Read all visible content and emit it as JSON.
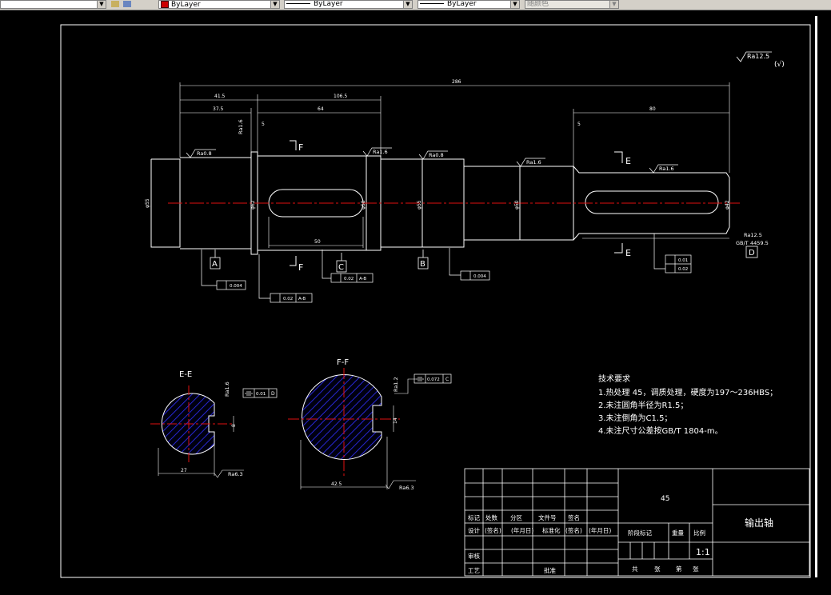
{
  "toolbar": {
    "color_value": "ByLayer",
    "color_swatch": "#cc0000",
    "linetype_value": "ByLayer",
    "lineweight_value": "ByLayer",
    "plotstyle_value": "随颜色"
  },
  "drawing": {
    "roughness_global": "Ra12.5",
    "roughness_global_note": "(√)",
    "dimensions": {
      "total_length": "286",
      "d_41_5": "41.5",
      "d_37_5": "37.5",
      "d_106_5": "106.5",
      "d_64": "64",
      "d_80": "80",
      "d_50": "50",
      "d_5a": "5",
      "d_5b": "5",
      "dia_55": "φ55",
      "dia_62": "φ62",
      "dia_58": "φ58",
      "dia_55b": "φ55",
      "dia_50": "φ50",
      "dia_42": "φ42",
      "dia_35": "φ35"
    },
    "roughness": {
      "r1": "Ra0.8",
      "r2": "Ra1.6",
      "r3": "Ra1.6",
      "r4": "Ra0.8",
      "r5": "Ra1.6",
      "r6": "Ra1.6",
      "r7": "Ra12.5"
    },
    "datums": {
      "a": "A",
      "b": "B",
      "c": "C",
      "d": "D"
    },
    "section_marks": {
      "f_top": "F",
      "f_bottom": "F",
      "e_top": "E",
      "e_bottom": "E"
    },
    "tolerances": {
      "t_a": "0.004",
      "t_c_val": "0.02",
      "t_c_ref": "A-B",
      "t_b": "0.004",
      "t_left_val": "0.02",
      "t_left_ref": "A-B",
      "t_d1": "0.01",
      "t_d2": "0.02"
    },
    "gbt_note_1": "GB/T",
    "gbt_note_2": "4459.5",
    "section_ee": {
      "title": "E-E",
      "dim_width": "27",
      "dim_key": "8",
      "tol_val": "0.01",
      "tol_ref": "D",
      "ra_top": "Ra1.6",
      "ra_bottom": "Ra6.3"
    },
    "section_ff": {
      "title": "F-F",
      "dim_width": "42.5",
      "dim_key": "14",
      "tol_val": "0.072",
      "tol_ref": "C",
      "ra_top": "Ra1.2",
      "ra_bottom": "Ra6.3"
    },
    "tech_requirements": {
      "title": "技术要求",
      "items": [
        "1.热处理 45，调质处理，硬度为197～236HBS；",
        "2.未注圆角半径为R1.5；",
        "3.未注倒角为C1.5；",
        "4.未注尺寸公差按GB/T 1804-m。"
      ]
    },
    "title_block": {
      "material": "45",
      "part_name": "输出轴",
      "scale": "1:1",
      "labels": {
        "mark": "标记",
        "count": "处数",
        "zone": "分区",
        "doc_no": "文件号",
        "sign": "签名",
        "design": "设计",
        "sign_name": "(签名)",
        "date": "(年月日)",
        "standard": "标准化",
        "sign_name2": "(签名)",
        "date2": "(年月日)",
        "stage_mark": "阶段标记",
        "weight": "重量",
        "scale_label": "比例",
        "review": "审核",
        "process": "工艺",
        "approve": "批准",
        "total": "共",
        "sheet_unit": "张",
        "sheet_no": "第",
        "sheet_unit2": "张"
      }
    }
  }
}
